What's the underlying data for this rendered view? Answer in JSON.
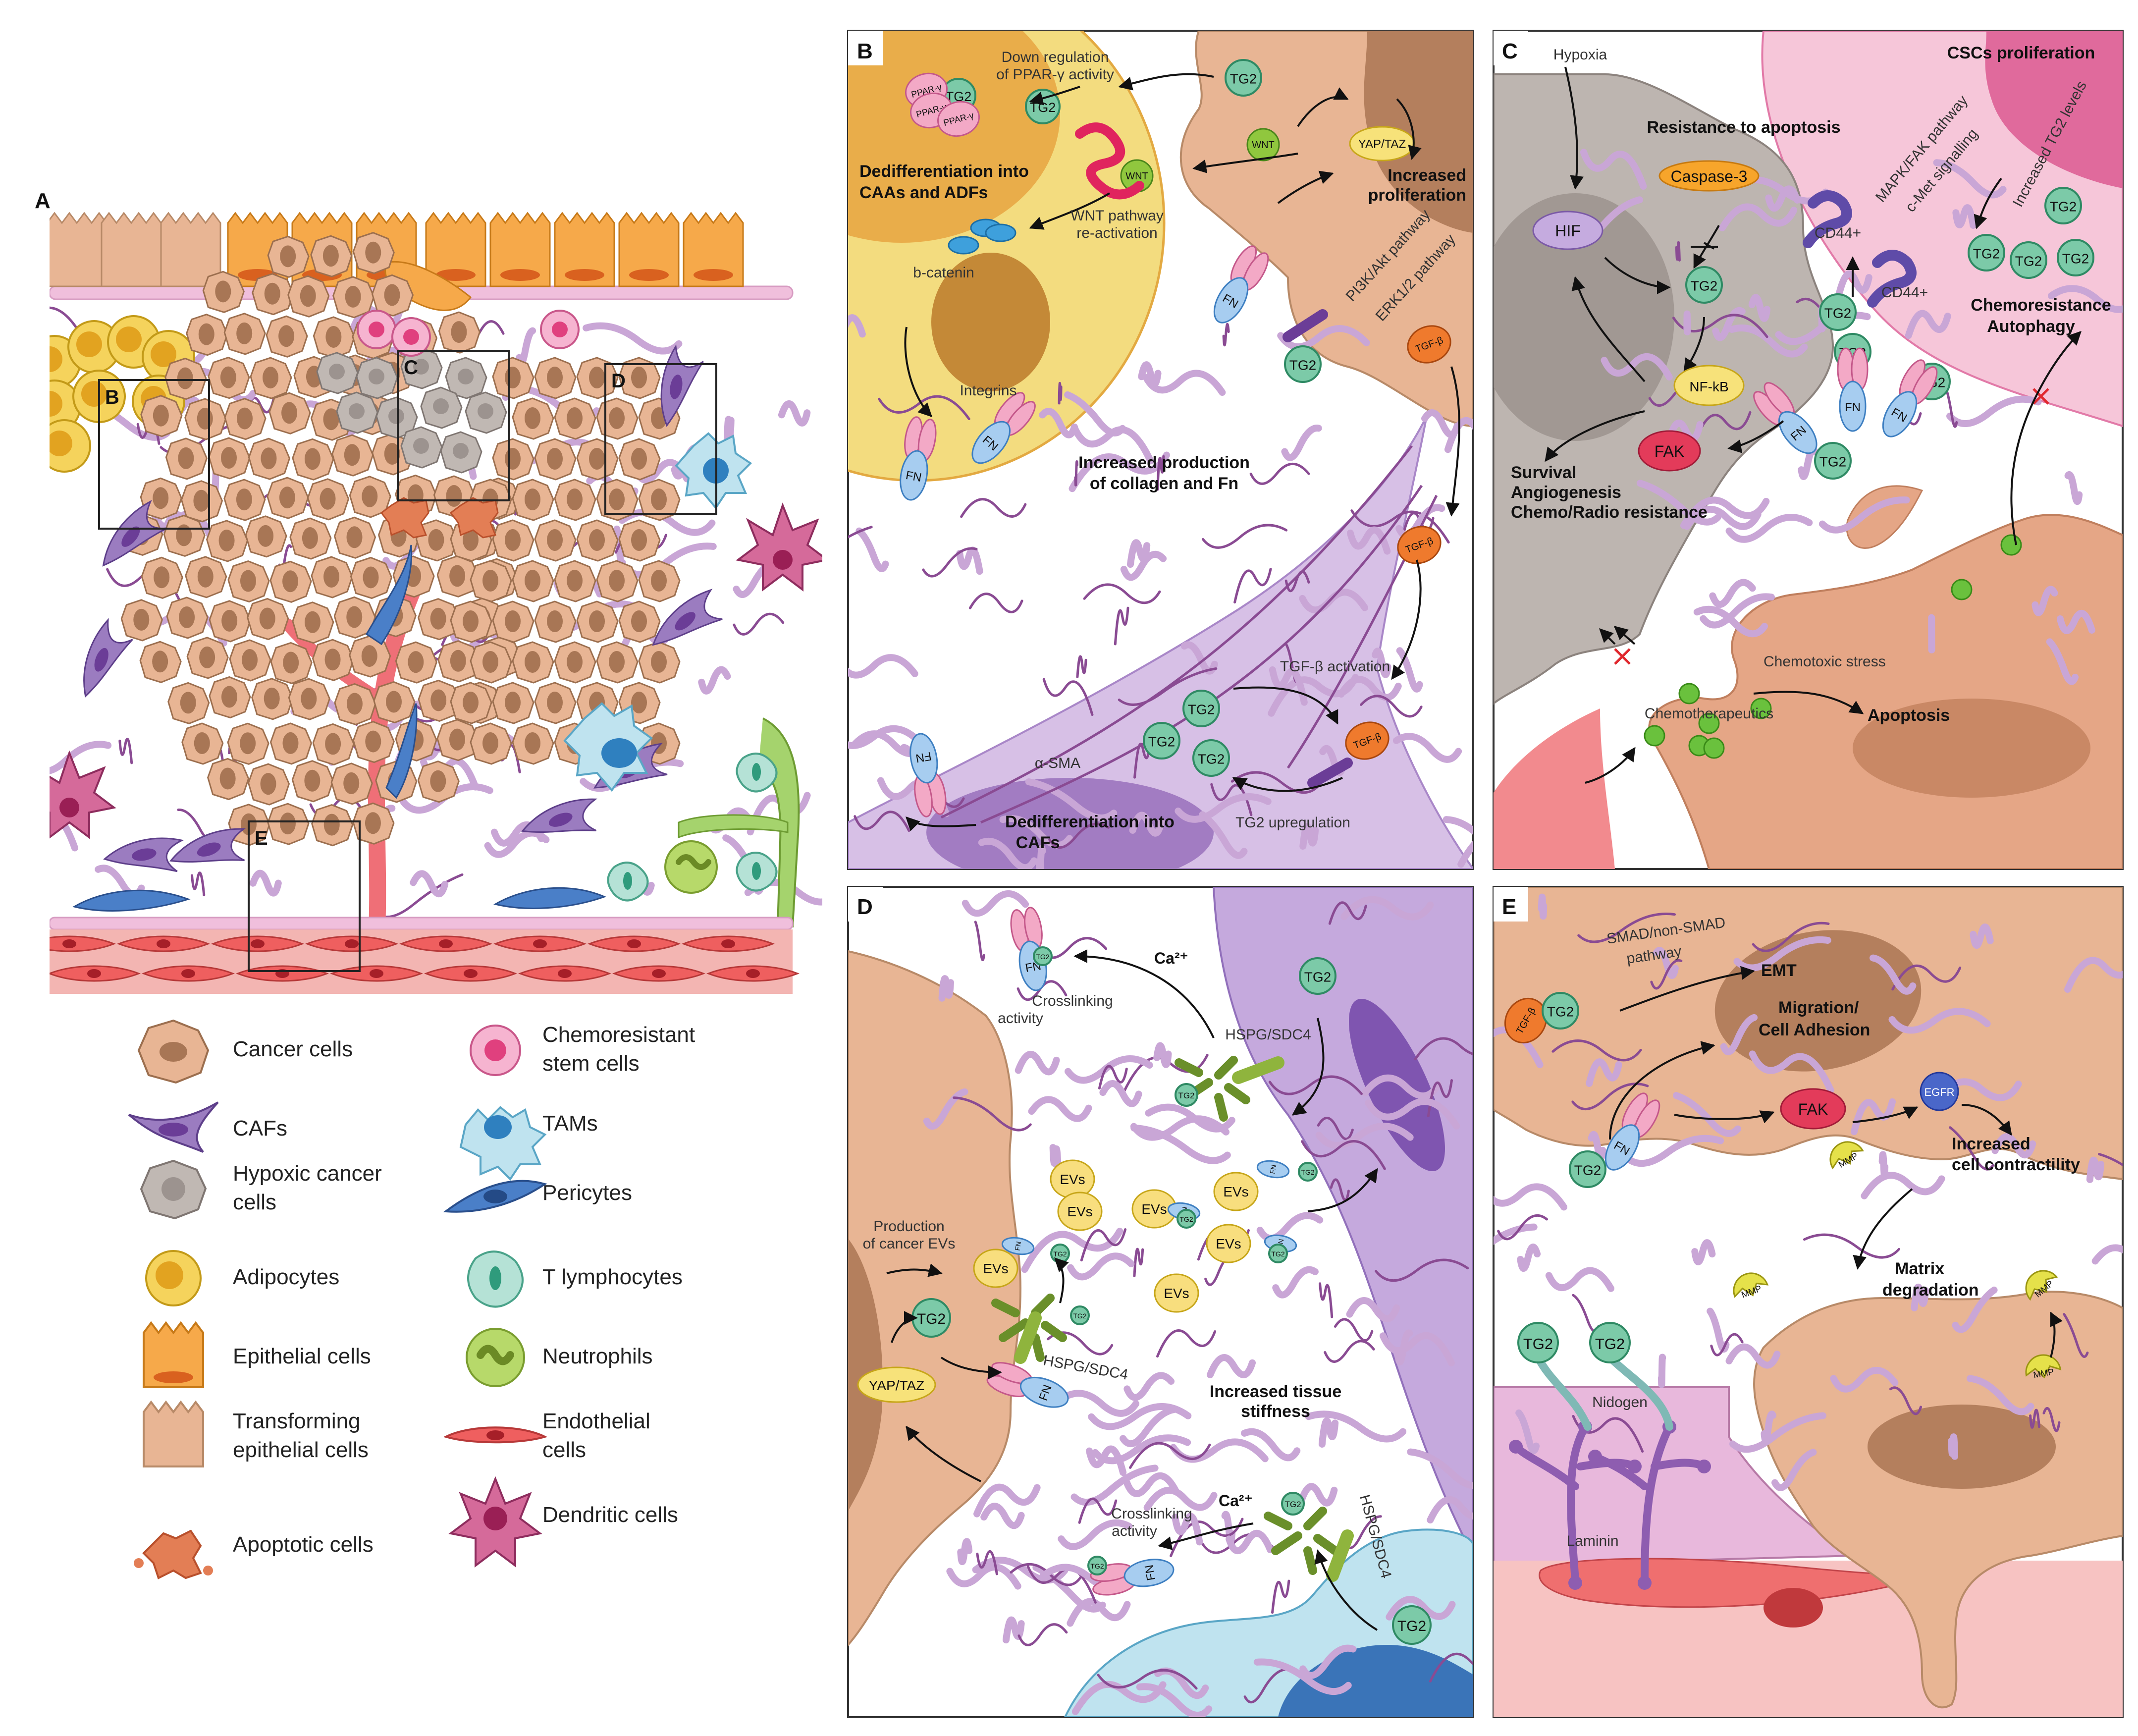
{
  "panels": {
    "A": {
      "letter": "A",
      "inset_letters": [
        "B",
        "C",
        "D",
        "E"
      ],
      "legend": [
        {
          "label": "Cancer cells",
          "icon": "cancer-cell-icon"
        },
        {
          "label": "CAFs",
          "icon": "caf-icon"
        },
        {
          "label": "Hypoxic cancer cells",
          "icon": "hypoxic-cell-icon"
        },
        {
          "label": "Adipocytes",
          "icon": "adipocyte-icon"
        },
        {
          "label": "Epithelial cells",
          "icon": "epithelial-cell-icon"
        },
        {
          "label": "Transforming epithelial cells",
          "icon": "transforming-cell-icon"
        },
        {
          "label": "Apoptotic cells",
          "icon": "apoptotic-cell-icon"
        },
        {
          "label": "Chemoresistant stem cells",
          "icon": "stem-cell-icon"
        },
        {
          "label": "TAMs",
          "icon": "tam-icon"
        },
        {
          "label": "Pericytes",
          "icon": "pericyte-icon"
        },
        {
          "label": "T lymphocytes",
          "icon": "t-lymphocyte-icon"
        },
        {
          "label": "Neutrophils",
          "icon": "neutrophil-icon"
        },
        {
          "label": "Endothelial cells",
          "icon": "endothelial-cell-icon"
        },
        {
          "label": "Dendritic cells",
          "icon": "dendritic-cell-icon"
        }
      ]
    },
    "B": {
      "letter": "B",
      "tg2": "TG2",
      "ppar": "PPAR-γ",
      "wnt": "WNT",
      "fn": "FN",
      "yap": "YAP/TAZ",
      "tgfb": "TGF-β",
      "down_reg_1": "Down regulation",
      "down_reg_2": "of PPAR-γ activity",
      "dediff_1": "Dedifferentiation into",
      "dediff_2": "CAAs and ADFs",
      "wnt_path_1": "WNT pathway",
      "wnt_path_2": "re-activation",
      "bcatenin": "b-catenin",
      "integrins": "Integrins",
      "incprolif_1": "Increased",
      "incprolif_2": "proliferation",
      "pi3k": "PI3K/Akt pathway",
      "erk": "ERK1/2 pathway",
      "collagen_1": "Increased production",
      "collagen_2": "of collagen and Fn",
      "tgfb_act": "TGF-β activation",
      "asma": "α-SMA",
      "cafs_1": "Dedifferentiation into",
      "cafs_2": "CAFs",
      "tg2_up": "TG2 upregulation"
    },
    "C": {
      "letter": "C",
      "tg2": "TG2",
      "hypoxia": "Hypoxia",
      "csc": "CSCs proliferation",
      "resistance": "Resistance to apoptosis",
      "caspase": "Caspase-3",
      "hif": "HIF",
      "nfkb": "NF-kB",
      "fak": "FAK",
      "fn": "FN",
      "cd44": "CD44+",
      "mapk": "MAPK/FAK pathway",
      "cmet": "c-Met signalling",
      "inctg2": "Increased TG2 levels",
      "chemo_1": "Chemoresistance",
      "chemo_2": "Autophagy",
      "surv_1": "Survival",
      "surv_2": "Angiogenesis",
      "surv_3": "Chemo/Radio resistance",
      "chemostress": "Chemotoxic stress",
      "chemother": "Chemotherapeutics",
      "apoptosis": "Apoptosis"
    },
    "D": {
      "letter": "D",
      "tg2": "TG2",
      "fn": "FN",
      "evs": "EVs",
      "ca": "Ca²⁺",
      "crosslink_1": "Crosslinking",
      "crosslink_2": "activity",
      "hspg": "HSPG/SDC4",
      "prod_1": "Production",
      "prod_2": "of cancer EVs",
      "yap": "YAP/TAZ",
      "stiff_1": "Increased tissue",
      "stiff_2": "stiffness"
    },
    "E": {
      "letter": "E",
      "tg2": "TG2",
      "tgfb": "TGF-β",
      "fn": "FN",
      "smad_1": "SMAD/non-SMAD",
      "smad_2": "pathway",
      "emt": "EMT",
      "mig_1": "Migration/",
      "mig_2": "Cell Adhesion",
      "fak": "FAK",
      "egfr": "EGFR",
      "mmp": "MMP",
      "contract_1": "Increased",
      "contract_2": "cell contractility",
      "matrix_1": "Matrix",
      "matrix_2": "degradation",
      "nidogen": "Nidogen",
      "laminin": "Laminin"
    }
  },
  "colors": {
    "cancer": "#e8b594",
    "cancer_nucleus": "#a87655",
    "caf": "#9b7cc0",
    "fiber": "#c9a6d6",
    "fiber_dark": "#8a4b93",
    "tg2": "#7ccaa8",
    "fn": "#a7cdf0",
    "integrin": "#f3a9c6",
    "yellow_cell": "#f3dc7f",
    "grey_cell": "#bdb5b0",
    "pink_csc": "#f6c6d9",
    "ev": "#f8de7e",
    "fak": "#e33b5a",
    "tgfb": "#ef7a2d",
    "wnt": "#90c73e",
    "mmp": "#e5e14a",
    "red_vessel": "#ef6f77",
    "blue_tam": "#bfe3ef"
  }
}
